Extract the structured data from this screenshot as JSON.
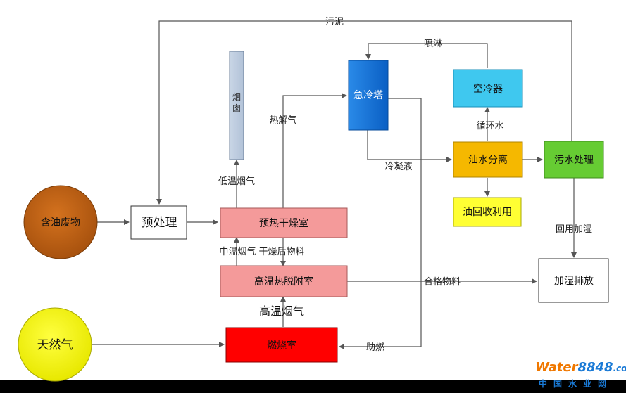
{
  "nodes": {
    "oily_waste": "含油废物",
    "natural_gas": "天然气",
    "pretreatment": "预处理",
    "chimney": "烟囱",
    "preheat_dry": "预热干燥室",
    "thermal_desorb": "高温热脱附室",
    "burner": "燃烧室",
    "quench_tower": "急冷塔",
    "air_cooler": "空冷器",
    "oil_water_sep": "油水分离",
    "oil_recovery": "油回收利用",
    "wastewater_treat": "污水处理",
    "humidify_discharge": "加湿排放"
  },
  "edges": {
    "sludge": "污泥",
    "spray": "喷淋",
    "hot_gas": "热解气",
    "low_temp_flue": "低温烟气",
    "cooling_water": "循环水",
    "condensate": "冷凝液",
    "mid_temp_flue_dry": "中温烟气 干燥后物料",
    "high_temp_flue": "高温烟气",
    "qualified_material": "合格物料",
    "reuse_humidify": "回用加湿",
    "combustion_aid": "助燃"
  },
  "watermark": {
    "brand_a": "Water",
    "brand_b": "8848",
    "brand_c": ".com",
    "subtitle": "中国水业网"
  }
}
